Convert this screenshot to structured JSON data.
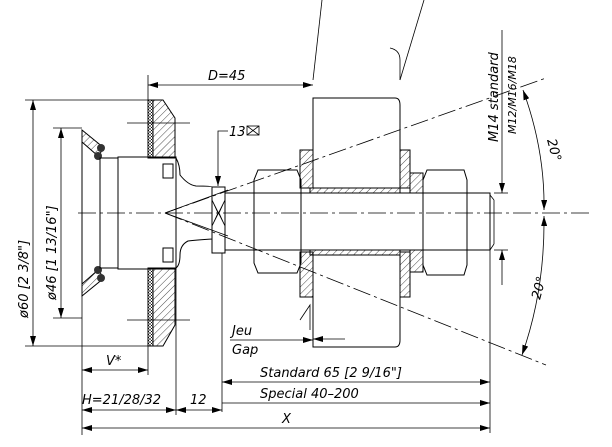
{
  "drawing": {
    "dimensions": {
      "d": "D=45",
      "outer_diameter": "ø60 [2 3/8\"]",
      "inner_diameter": "ø46 [1 13/16\"]",
      "hex_size": "13",
      "v": "V*",
      "h": "H=21/28/32",
      "twelve": "12",
      "standard": "Standard 65 [2 9/16\"]",
      "special": "Special 40–200",
      "x": "X",
      "angle_top": "20°",
      "angle_bottom": "20°"
    },
    "labels": {
      "jeu": "Jeu",
      "gap": "Gap",
      "thread_standard": "M14 standard",
      "thread_options": "M12/M16/M18"
    }
  }
}
